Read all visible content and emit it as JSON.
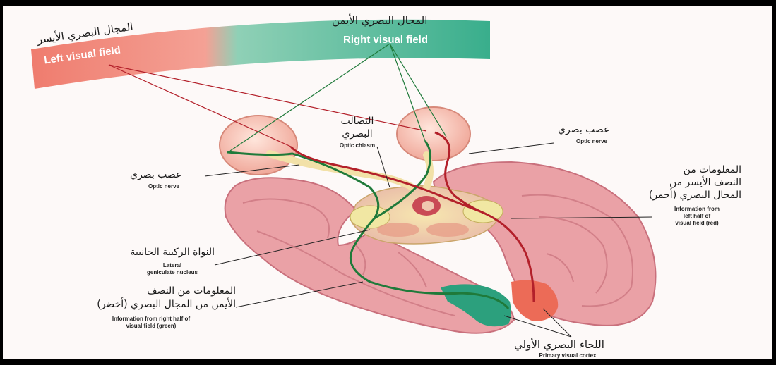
{
  "labels": {
    "left_field_ar": "المجال البصري الأيسر",
    "left_field_en": "Left visual field",
    "right_field_ar": "المجال البصري الأيمن",
    "right_field_en": "Right visual field",
    "chiasm_ar_1": "التصالب",
    "chiasm_ar_2": "البصري",
    "chiasm_en": "Optic chiasm",
    "optic_nerve_right_ar": "عصب بصري",
    "optic_nerve_right_en": "Optic nerve",
    "optic_nerve_left_ar": "عصب بصري",
    "optic_nerve_left_en": "Optic nerve",
    "info_left_ar_1": "المعلومات من",
    "info_left_ar_2": "النصف الأيسر من",
    "info_left_ar_3": "المجال البصري (أحمر)",
    "info_left_en_1": "Information from",
    "info_left_en_2": "left half of",
    "info_left_en_3": "visual field (red)",
    "lgn_ar": "النواة الركبية الجانبية",
    "lgn_en_1": "Lateral",
    "lgn_en_2": "geniculate nucleus",
    "info_right_ar_1": "المعلومات من النصف",
    "info_right_ar_2": "الأيمن من المجال البصري (أخضر)",
    "info_right_en_1": "Information from right half of",
    "info_right_en_2": "visual field (green)",
    "cortex_ar": "اللحاء البصري الأولي",
    "cortex_en": "Primary visual cortex"
  },
  "colors": {
    "left_field": "#ec7a6c",
    "right_field": "#3fb08f",
    "brain": "#eaa1a6",
    "brain_edge": "#c9707c",
    "green_path": "#1f7a3a",
    "red_path": "#b3202a",
    "chiasm_yellow": "#f2e9a8"
  }
}
